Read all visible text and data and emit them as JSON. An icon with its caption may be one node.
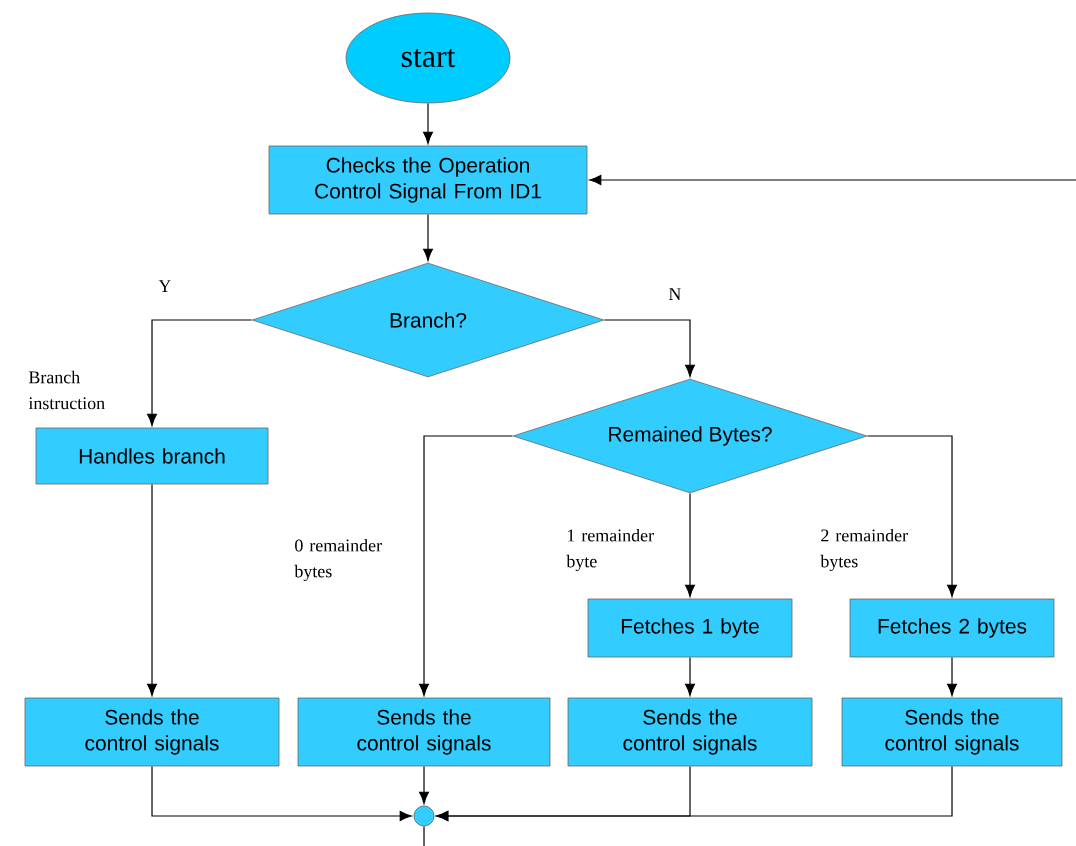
{
  "diagram": {
    "nodes": [
      {
        "text": [
          "start"
        ]
      },
      {
        "text": [
          "Checks the Operation Control Signal From ID1"
        ]
      },
      {
        "text": [
          "Branch?"
        ]
      },
      {
        "text": [
          "Handles branch"
        ]
      },
      {
        "text": [
          "Remained Bytes?"
        ]
      },
      {
        "text": [
          "Fetches 1 byte"
        ]
      },
      {
        "text": [
          "Fetches 2 bytes"
        ]
      },
      {
        "text": [
          "Sends the control signals"
        ]
      },
      {
        "text": [
          "Sends the control signals"
        ]
      },
      {
        "text": [
          "Sends the control signals"
        ]
      },
      {
        "text": [
          "Sends the control signals"
        ]
      },
      {
        "text": [],
        "shape": "circle"
      }
    ],
    "edges": [
      {
        "from": 0,
        "to": 1,
        "arrow": "to"
      },
      {
        "from": 1,
        "to": 2,
        "arrow": "to"
      },
      {
        "from": 2,
        "to": 3,
        "arrow": "to",
        "label": "Y"
      },
      {
        "from": 2,
        "to": 4,
        "arrow": "to",
        "label": "N"
      },
      {
        "from": 3,
        "to": 7,
        "arrow": "to"
      },
      {
        "from": 4,
        "to": 8,
        "arrow": "to",
        "label": "0 remainder bytes"
      },
      {
        "from": 4,
        "to": 5,
        "arrow": "to",
        "label": "1 remainder byte"
      },
      {
        "from": 4,
        "to": 6,
        "arrow": "to",
        "label": "2 remainder bytes"
      },
      {
        "from": 5,
        "to": 9,
        "arrow": "to"
      },
      {
        "from": 6,
        "to": 10,
        "arrow": "to"
      },
      {
        "from": 7,
        "to": 11,
        "arrow": "to"
      },
      {
        "from": 8,
        "to": 11,
        "arrow": "to"
      },
      {
        "from": 9,
        "to": 11,
        "arrow": "to"
      },
      {
        "from": 10,
        "to": 11,
        "arrow": "to"
      },
      {
        "from": 11,
        "to": null,
        "arrow": "none"
      },
      {
        "from": null,
        "to": 1,
        "arrow": "to"
      }
    ],
    "labels": [
      "Branch instruction"
    ]
  }
}
